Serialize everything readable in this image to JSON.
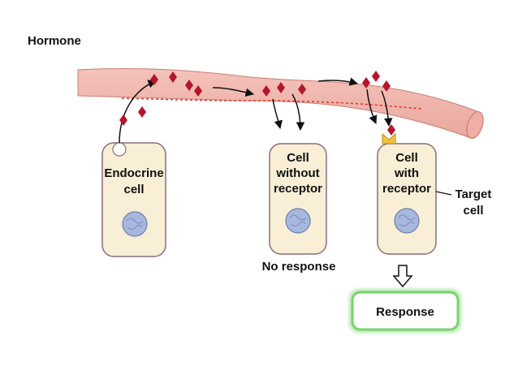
{
  "title": "Hormone",
  "cells": {
    "endocrine": {
      "line1": "Endocrine",
      "line2": "cell"
    },
    "no_receptor": {
      "line1": "Cell",
      "line2": "without",
      "line3": "receptor",
      "result": "No response"
    },
    "with_receptor": {
      "line1": "Cell",
      "line2": "with",
      "line3": "receptor",
      "result": "Response"
    }
  },
  "target_label": {
    "line1": "Target",
    "line2": "cell"
  },
  "colors": {
    "vessel_fill": "#f1b7ae",
    "vessel_stroke": "#c97d74",
    "vessel_dash": "#e0302a",
    "hormone": "#b5152b",
    "cell_fill": "#f8efd6",
    "cell_stroke": "#8c6d7a",
    "nucleus": "#a8b7dd",
    "receptor": "#f2c23a",
    "response_border": "#7ad36e",
    "arrow": "#111111"
  },
  "icons": [
    "hormone-molecule-icon",
    "receptor-icon",
    "nucleus-icon",
    "hollow-down-arrow-icon"
  ]
}
